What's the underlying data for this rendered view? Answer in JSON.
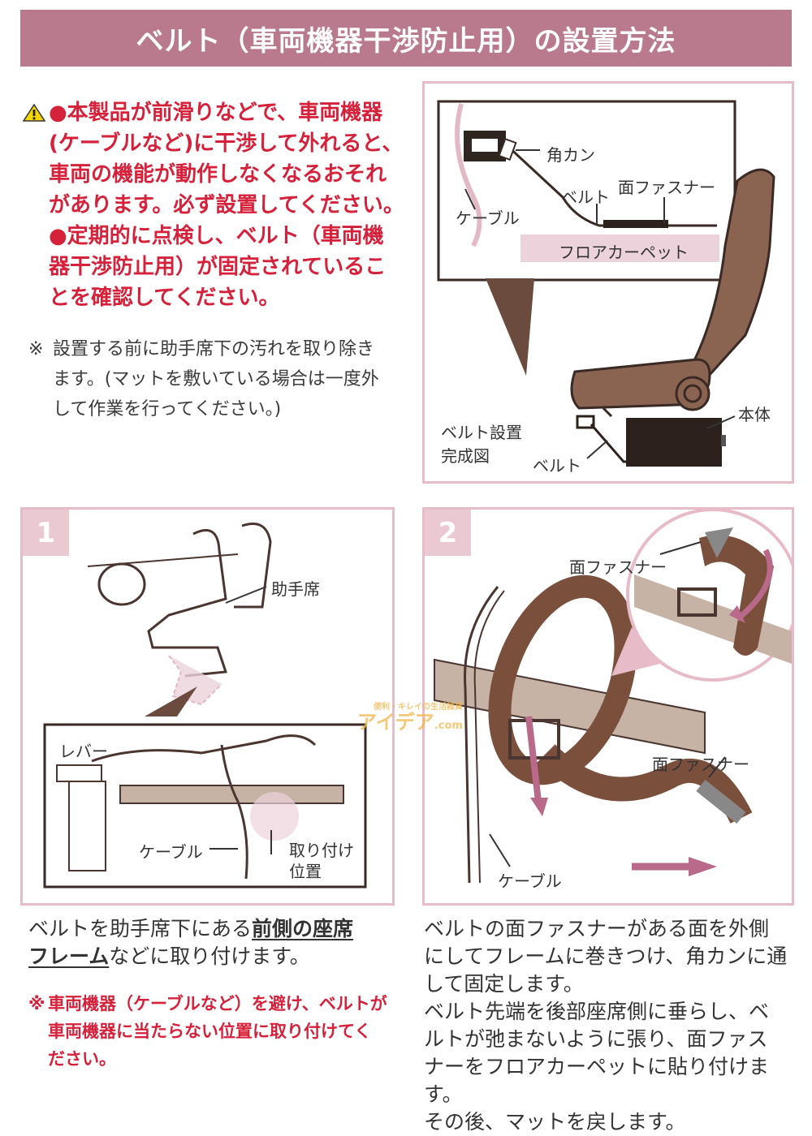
{
  "header": {
    "title": "ベルト（車両機器干渉防止用）の設置方法"
  },
  "warning": {
    "lines": [
      "●本製品が前滑りなどで、車両機器",
      "(ケーブルなど)に干渉して外れると、",
      "車両の機能が動作しなくなるおそれ",
      "があります。必ず設置してください。",
      "●定期的に点検し、ベルト（車両機",
      "器干渉防止用）が固定されているこ",
      "とを確認してください。"
    ]
  },
  "note": {
    "mark": "※",
    "lines": [
      "設置する前に助手席下の汚れを取り除き",
      "ます。(マットを敷いている場合は一度外",
      "して作業を行ってください。)"
    ]
  },
  "diagram_top": {
    "labels": {
      "kakukan": "角カン",
      "belt": "ベルト",
      "fastener": "面ファスナー",
      "cable": "ケーブル",
      "carpet": "フロアカーペット",
      "honntai": "本体",
      "complete_1": "ベルト設置",
      "complete_2": "完成図",
      "belt2": "ベルト"
    }
  },
  "step1": {
    "number": "1",
    "labels": {
      "seat": "助手席",
      "lever": "レバー",
      "cable": "ケーブル",
      "mount_1": "取り付け",
      "mount_2": "位置"
    },
    "desc_pre": "ベルトを助手席下にある",
    "desc_em1": "前側の座席",
    "desc_em2": "フレーム",
    "desc_post": "などに取り付けます。",
    "note_mark": "※",
    "note_lines": [
      "車両機器（ケーブルなど）を避け、ベルトが",
      "車両機器に当たらない位置に取り付けてく",
      "ださい。"
    ]
  },
  "step2": {
    "number": "2",
    "labels": {
      "fastener_top": "面ファスナー",
      "fastener_mid": "面ファスナー",
      "cable": "ケーブル"
    },
    "desc_lines": [
      "ベルトの面ファスナーがある面を外側",
      "にしてフレームに巻きつけ、角カンに通",
      "して固定します。",
      "ベルト先端を後部座席側に垂らし、ベ",
      "ルトが弛まないように張り、面ファス",
      "ナーをフロアカーペットに貼り付けます。",
      "その後、マットを戻します。"
    ]
  },
  "watermark": {
    "small": "便利・キレイの生活雑貨",
    "main": "アイデア",
    "suffix": ".com"
  },
  "colors": {
    "header": "#b97a8e",
    "warning": "#d6213b",
    "belt": "#7a4f3c",
    "panel_border": "#e7bcc8"
  }
}
